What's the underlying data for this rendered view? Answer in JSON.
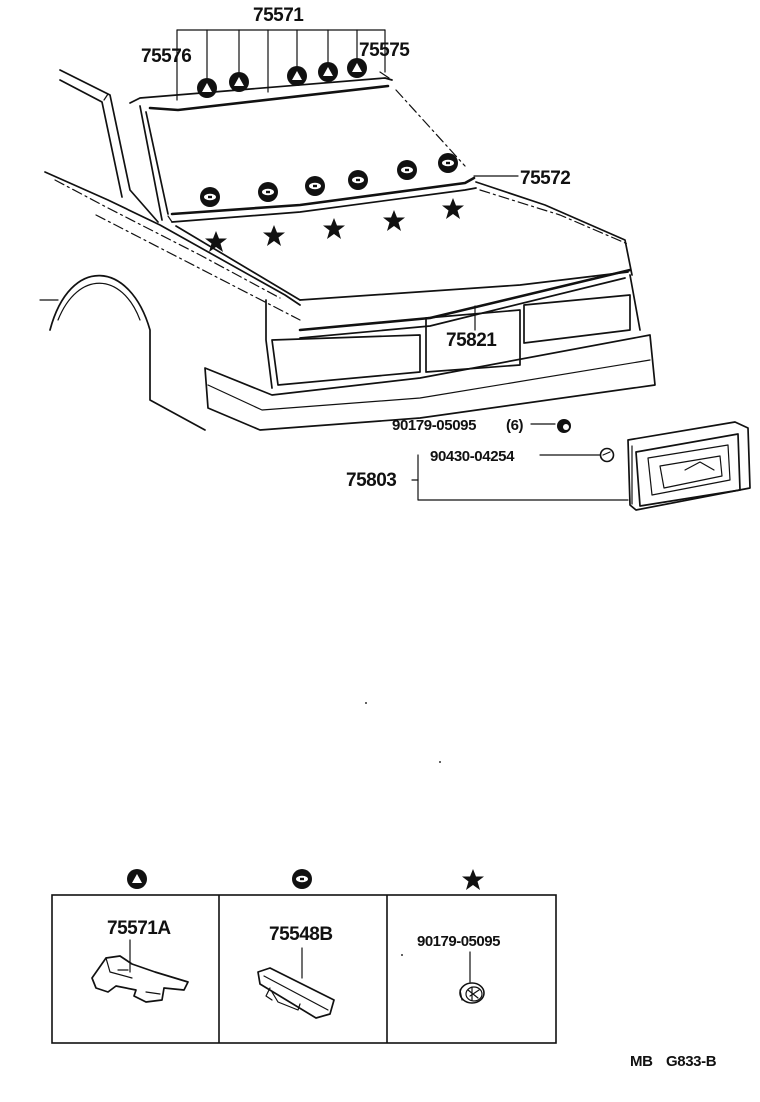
{
  "labels": {
    "molding_assembly": "75571",
    "molding_left": "75576",
    "molding_right": "75575",
    "lower_molding": "75572",
    "garnish": "75821",
    "nut_spec": "90179-05095",
    "nut_qty": "(6)",
    "screw": "90430-04254",
    "lamp_assembly": "75803"
  },
  "legend": [
    {
      "symbol": "triangle-clip-icon",
      "part": "75571A"
    },
    {
      "symbol": "ring-clip-icon",
      "part": "75548B"
    },
    {
      "symbol": "star-icon",
      "part": "90179-05095"
    }
  ],
  "footer": {
    "code_left": "MB",
    "code_right": "G833-B"
  }
}
